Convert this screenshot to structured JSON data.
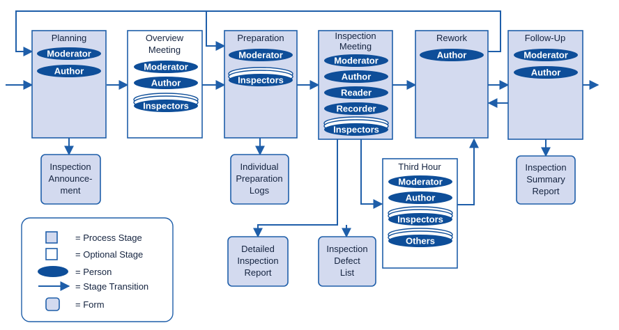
{
  "stages": {
    "planning": {
      "title": [
        "Planning"
      ],
      "roles": [
        "Moderator",
        "Author"
      ]
    },
    "overview": {
      "title": [
        "Overview",
        "Meeting"
      ],
      "roles": [
        "Moderator",
        "Author"
      ],
      "group": "Inspectors"
    },
    "preparation": {
      "title": [
        "Preparation"
      ],
      "roles": [
        "Moderator"
      ],
      "group": "Inspectors"
    },
    "inspection": {
      "title": [
        "Inspection",
        "Meeting"
      ],
      "roles": [
        "Moderator",
        "Author",
        "Reader",
        "Recorder"
      ],
      "group": "Inspectors"
    },
    "rework": {
      "title": [
        "Rework"
      ],
      "roles": [
        "Author"
      ]
    },
    "followup": {
      "title": [
        "Follow-Up"
      ],
      "roles": [
        "Moderator",
        "Author"
      ]
    },
    "third_hour": {
      "title": [
        "Third Hour"
      ],
      "roles": [
        "Moderator",
        "Author"
      ],
      "groups": [
        "Inspectors",
        "Others"
      ]
    }
  },
  "forms": {
    "announcement": [
      "Inspection",
      "Announce-",
      "ment"
    ],
    "prep_logs": [
      "Individual",
      "Preparation",
      "Logs"
    ],
    "detailed_report": [
      "Detailed",
      "Inspection",
      "Report"
    ],
    "defect_list": [
      "Inspection",
      "Defect",
      "List"
    ],
    "summary_report": [
      "Inspection",
      "Summary",
      "Report"
    ]
  },
  "legend": {
    "process_stage": "= Process Stage",
    "optional_stage": "= Optional Stage",
    "person": "= Person",
    "transition": "= Stage Transition",
    "form": "= Form"
  },
  "colors": {
    "stage_fill": "#d3daef",
    "stroke": "#1e5ea9",
    "person_fill": "#0e4e99"
  }
}
